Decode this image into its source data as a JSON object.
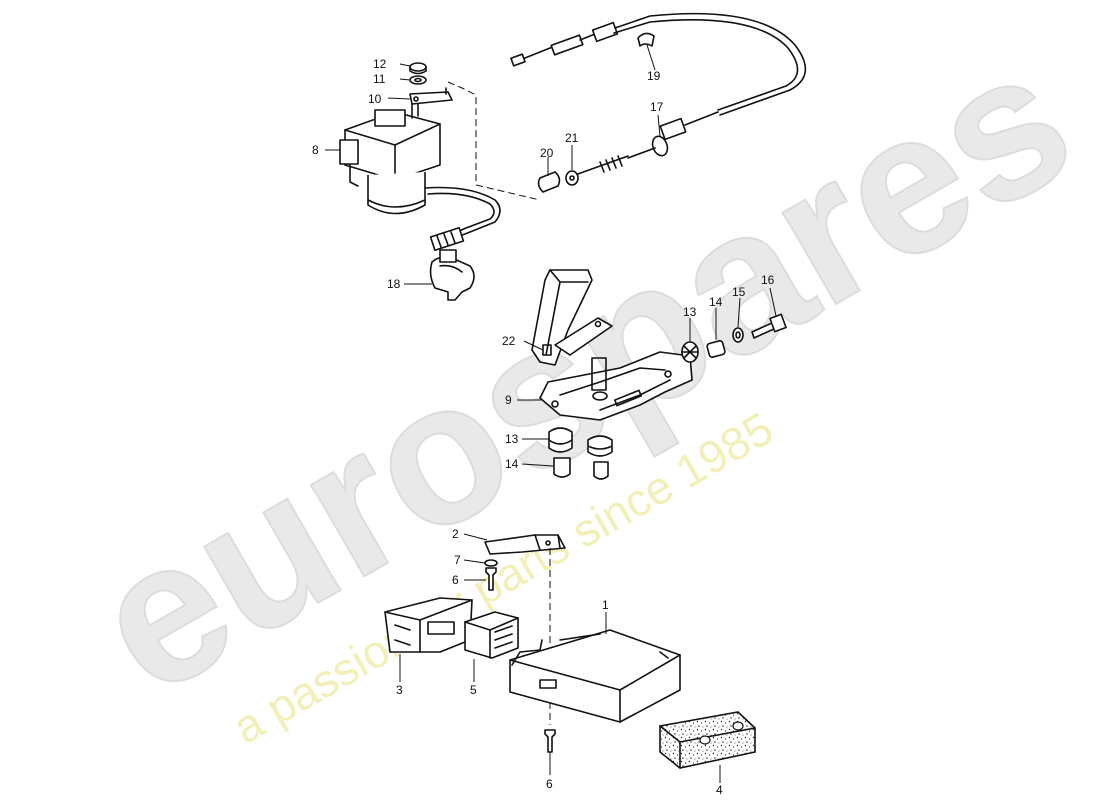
{
  "watermark": {
    "brand": "eurospares",
    "tagline": "a passion for parts since 1985"
  },
  "callouts": [
    {
      "id": "p12",
      "number": "12"
    },
    {
      "id": "p11",
      "number": "11"
    },
    {
      "id": "p10",
      "number": "10"
    },
    {
      "id": "p8",
      "number": "8"
    },
    {
      "id": "p19",
      "number": "19"
    },
    {
      "id": "p17",
      "number": "17"
    },
    {
      "id": "p21",
      "number": "21"
    },
    {
      "id": "p20",
      "number": "20"
    },
    {
      "id": "p18",
      "number": "18"
    },
    {
      "id": "p22",
      "number": "22"
    },
    {
      "id": "p13a",
      "number": "13"
    },
    {
      "id": "p14a",
      "number": "14"
    },
    {
      "id": "p15",
      "number": "15"
    },
    {
      "id": "p16",
      "number": "16"
    },
    {
      "id": "p9",
      "number": "9"
    },
    {
      "id": "p13b",
      "number": "13"
    },
    {
      "id": "p14b",
      "number": "14"
    },
    {
      "id": "p2",
      "number": "2"
    },
    {
      "id": "p7",
      "number": "7"
    },
    {
      "id": "p6a",
      "number": "6"
    },
    {
      "id": "p1",
      "number": "1"
    },
    {
      "id": "p3",
      "number": "3"
    },
    {
      "id": "p5",
      "number": "5"
    },
    {
      "id": "p6b",
      "number": "6"
    },
    {
      "id": "p4",
      "number": "4"
    }
  ]
}
